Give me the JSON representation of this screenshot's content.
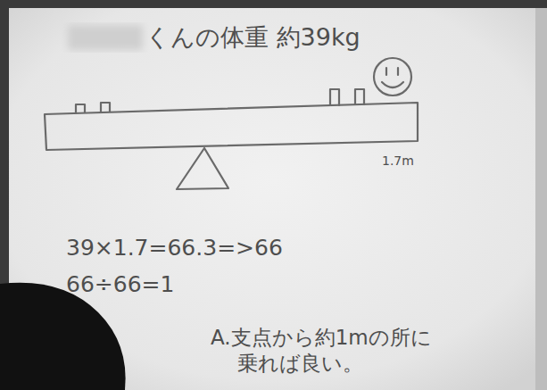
{
  "diagram": {
    "title": "くんの体重 約39kg",
    "labels": [
      "1.7m",
      "39×1.7=66.3=>66",
      "66÷66=1",
      "A.支点から約1mの所に 乗れば良い。"
    ]
  }
}
